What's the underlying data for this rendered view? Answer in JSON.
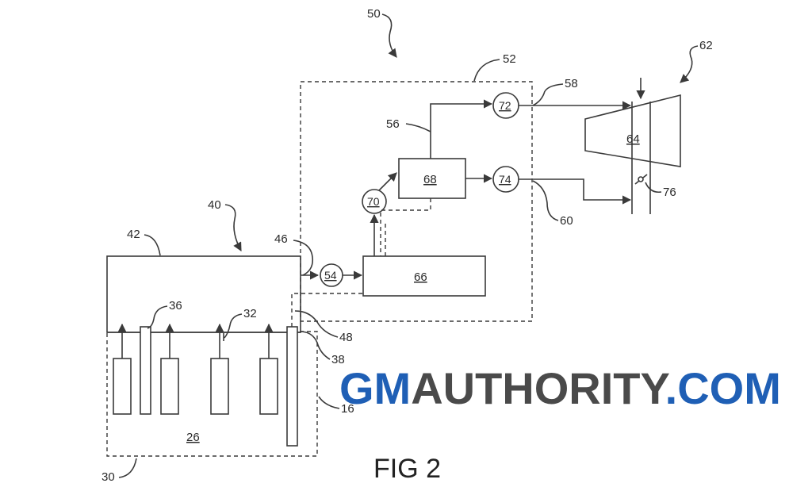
{
  "figure": {
    "caption": "FIG 2"
  },
  "watermark": {
    "part1": "GM",
    "part2": "AUTHORITY",
    "part3": ".COM",
    "color_gm": "#1f5fb5",
    "color_authority": "#4a4a4a",
    "color_com": "#1f5fb5"
  },
  "components": {
    "box_26": "26",
    "box_64": "64",
    "box_66": "66",
    "box_68": "68",
    "circle_54": "54",
    "circle_70": "70",
    "circle_72": "72",
    "circle_74": "74"
  },
  "callouts": {
    "c16": "16",
    "c30": "30",
    "c32": "32",
    "c36": "36",
    "c38": "38",
    "c40": "40",
    "c42": "42",
    "c46": "46",
    "c48": "48",
    "c50": "50",
    "c52": "52",
    "c56": "56",
    "c58": "58",
    "c60": "60",
    "c62": "62",
    "c76": "76"
  }
}
